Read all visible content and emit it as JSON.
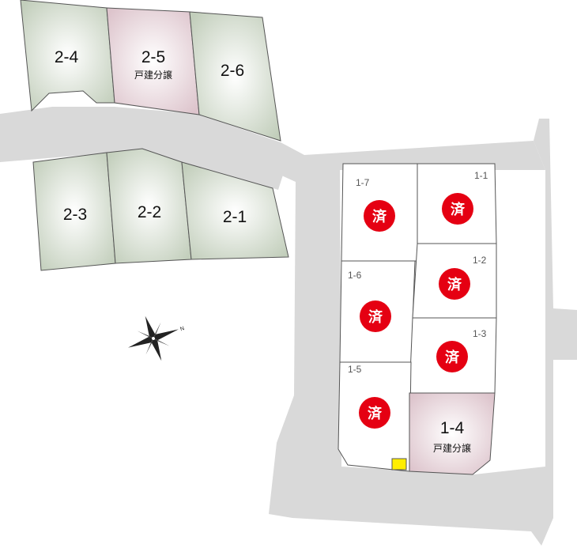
{
  "map": {
    "colors": {
      "road": "#d9d9d9",
      "lot_green": "#c2cebb",
      "lot_pink": "#ddc4cc",
      "lot_white": "#ffffff",
      "sold_badge": "#e50012",
      "marker": "#ffee00"
    },
    "compass": {
      "north_label": "N"
    },
    "block2": [
      {
        "id": "lot-2-4",
        "number": "2-4",
        "status": "available"
      },
      {
        "id": "lot-2-5",
        "number": "2-5",
        "status": "house",
        "note": "戸建分譲"
      },
      {
        "id": "lot-2-6",
        "number": "2-6",
        "status": "available"
      },
      {
        "id": "lot-2-3",
        "number": "2-3",
        "status": "available"
      },
      {
        "id": "lot-2-2",
        "number": "2-2",
        "status": "available"
      },
      {
        "id": "lot-2-1",
        "number": "2-1",
        "status": "available"
      }
    ],
    "block1": [
      {
        "id": "lot-1-7",
        "number": "1-7",
        "status": "sold",
        "badge": "済"
      },
      {
        "id": "lot-1-1",
        "number": "1-1",
        "status": "sold",
        "badge": "済"
      },
      {
        "id": "lot-1-6",
        "number": "1-6",
        "status": "sold",
        "badge": "済"
      },
      {
        "id": "lot-1-2",
        "number": "1-2",
        "status": "sold",
        "badge": "済"
      },
      {
        "id": "lot-1-3",
        "number": "1-3",
        "status": "sold",
        "badge": "済"
      },
      {
        "id": "lot-1-5",
        "number": "1-5",
        "status": "sold",
        "badge": "済"
      },
      {
        "id": "lot-1-4",
        "number": "1-4",
        "status": "house",
        "note": "戸建分譲"
      }
    ]
  }
}
